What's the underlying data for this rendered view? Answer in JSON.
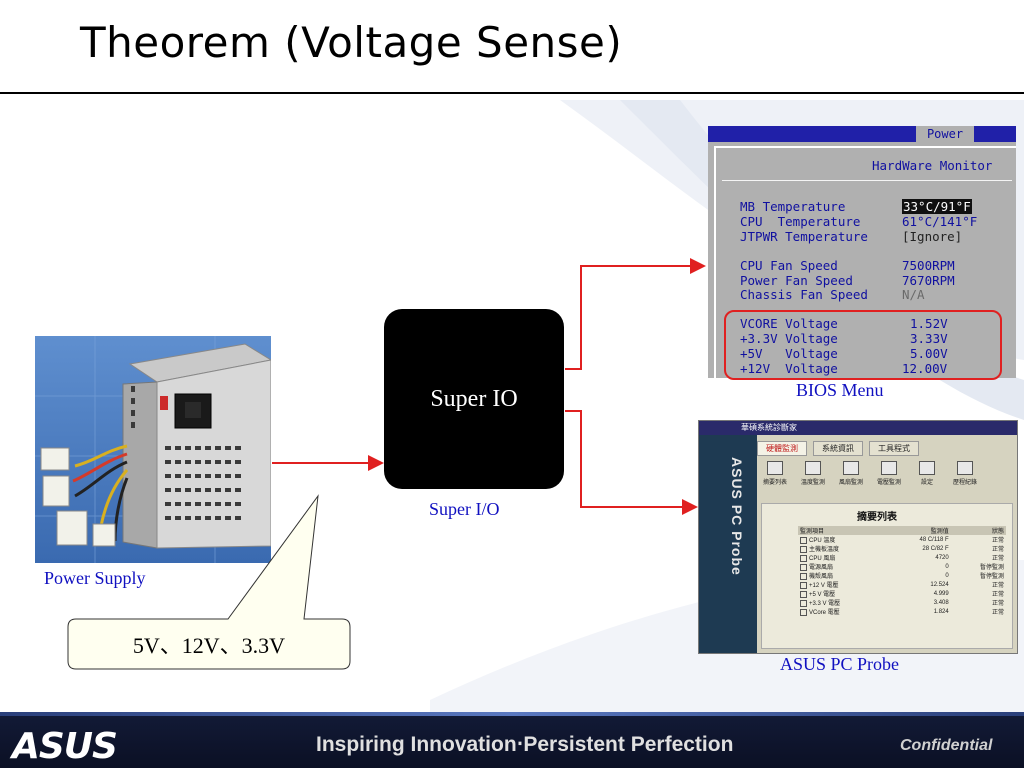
{
  "title": "Theorem (Voltage Sense)",
  "captions": {
    "power_supply": "Power Supply",
    "super_io_box": "Super IO",
    "super_io": "Super I/O",
    "bios": "BIOS Menu",
    "probe": "ASUS PC Probe"
  },
  "callout": "5V、12V、3.3V",
  "bios": {
    "tab": "Power",
    "heading": "HardWare Monitor",
    "rows": [
      {
        "label": "MB Temperature",
        "value": "33°C/91°F"
      },
      {
        "label": "CPU  Temperature",
        "value": "61°C/141°F"
      },
      {
        "label": "JTPWR Temperature",
        "value": "[Ignore]"
      },
      {
        "label": "CPU Fan Speed",
        "value": "7500RPM"
      },
      {
        "label": "Power Fan Speed",
        "value": "7670RPM"
      },
      {
        "label": "Chassis Fan Speed",
        "value": "N/A"
      },
      {
        "label": "VCORE Voltage",
        "value": "1.52V"
      },
      {
        "label": "+3.3V Voltage",
        "value": "3.33V"
      },
      {
        "label": "+5V   Voltage",
        "value": "5.00V"
      },
      {
        "label": "+12V  Voltage",
        "value": "12.00V"
      }
    ]
  },
  "probe": {
    "window_title": "華碩系統診斷家",
    "side_label": "ASUS PC Probe",
    "tabs": [
      "硬體監測",
      "系統資訊",
      "工具程式"
    ],
    "toolbar": [
      "摘要列表",
      "溫度監測",
      "風扇監測",
      "電壓監測",
      "設定",
      "歷程紀錄"
    ],
    "panel_title": "摘要列表",
    "headers": [
      "監測項目",
      "監測值",
      "狀態"
    ],
    "rows": [
      {
        "item": "CPU 溫度",
        "value": "48 C/118 F",
        "status": "正常"
      },
      {
        "item": "主機板溫度",
        "value": "28 C/82 F",
        "status": "正常"
      },
      {
        "item": "CPU 風扇",
        "value": "4720",
        "status": "正常"
      },
      {
        "item": "電源風扇",
        "value": "0",
        "status": "暫停監測"
      },
      {
        "item": "機殼風扇",
        "value": "0",
        "status": "暫停監測"
      },
      {
        "item": "+12 V 電壓",
        "value": "12.524",
        "status": "正常"
      },
      {
        "item": "+5 V 電壓",
        "value": "4.999",
        "status": "正常"
      },
      {
        "item": "+3.3 V 電壓",
        "value": "3.408",
        "status": "正常"
      },
      {
        "item": "VCore 電壓",
        "value": "1.824",
        "status": "正常"
      }
    ]
  },
  "footer": {
    "logo": "ASUS",
    "tagline": "Inspiring Innovation‧Persistent Perfection",
    "confidential": "Confidential"
  },
  "colors": {
    "arrow": "#e02020",
    "caption": "#1010c0",
    "footer_bg": "#121a36"
  }
}
